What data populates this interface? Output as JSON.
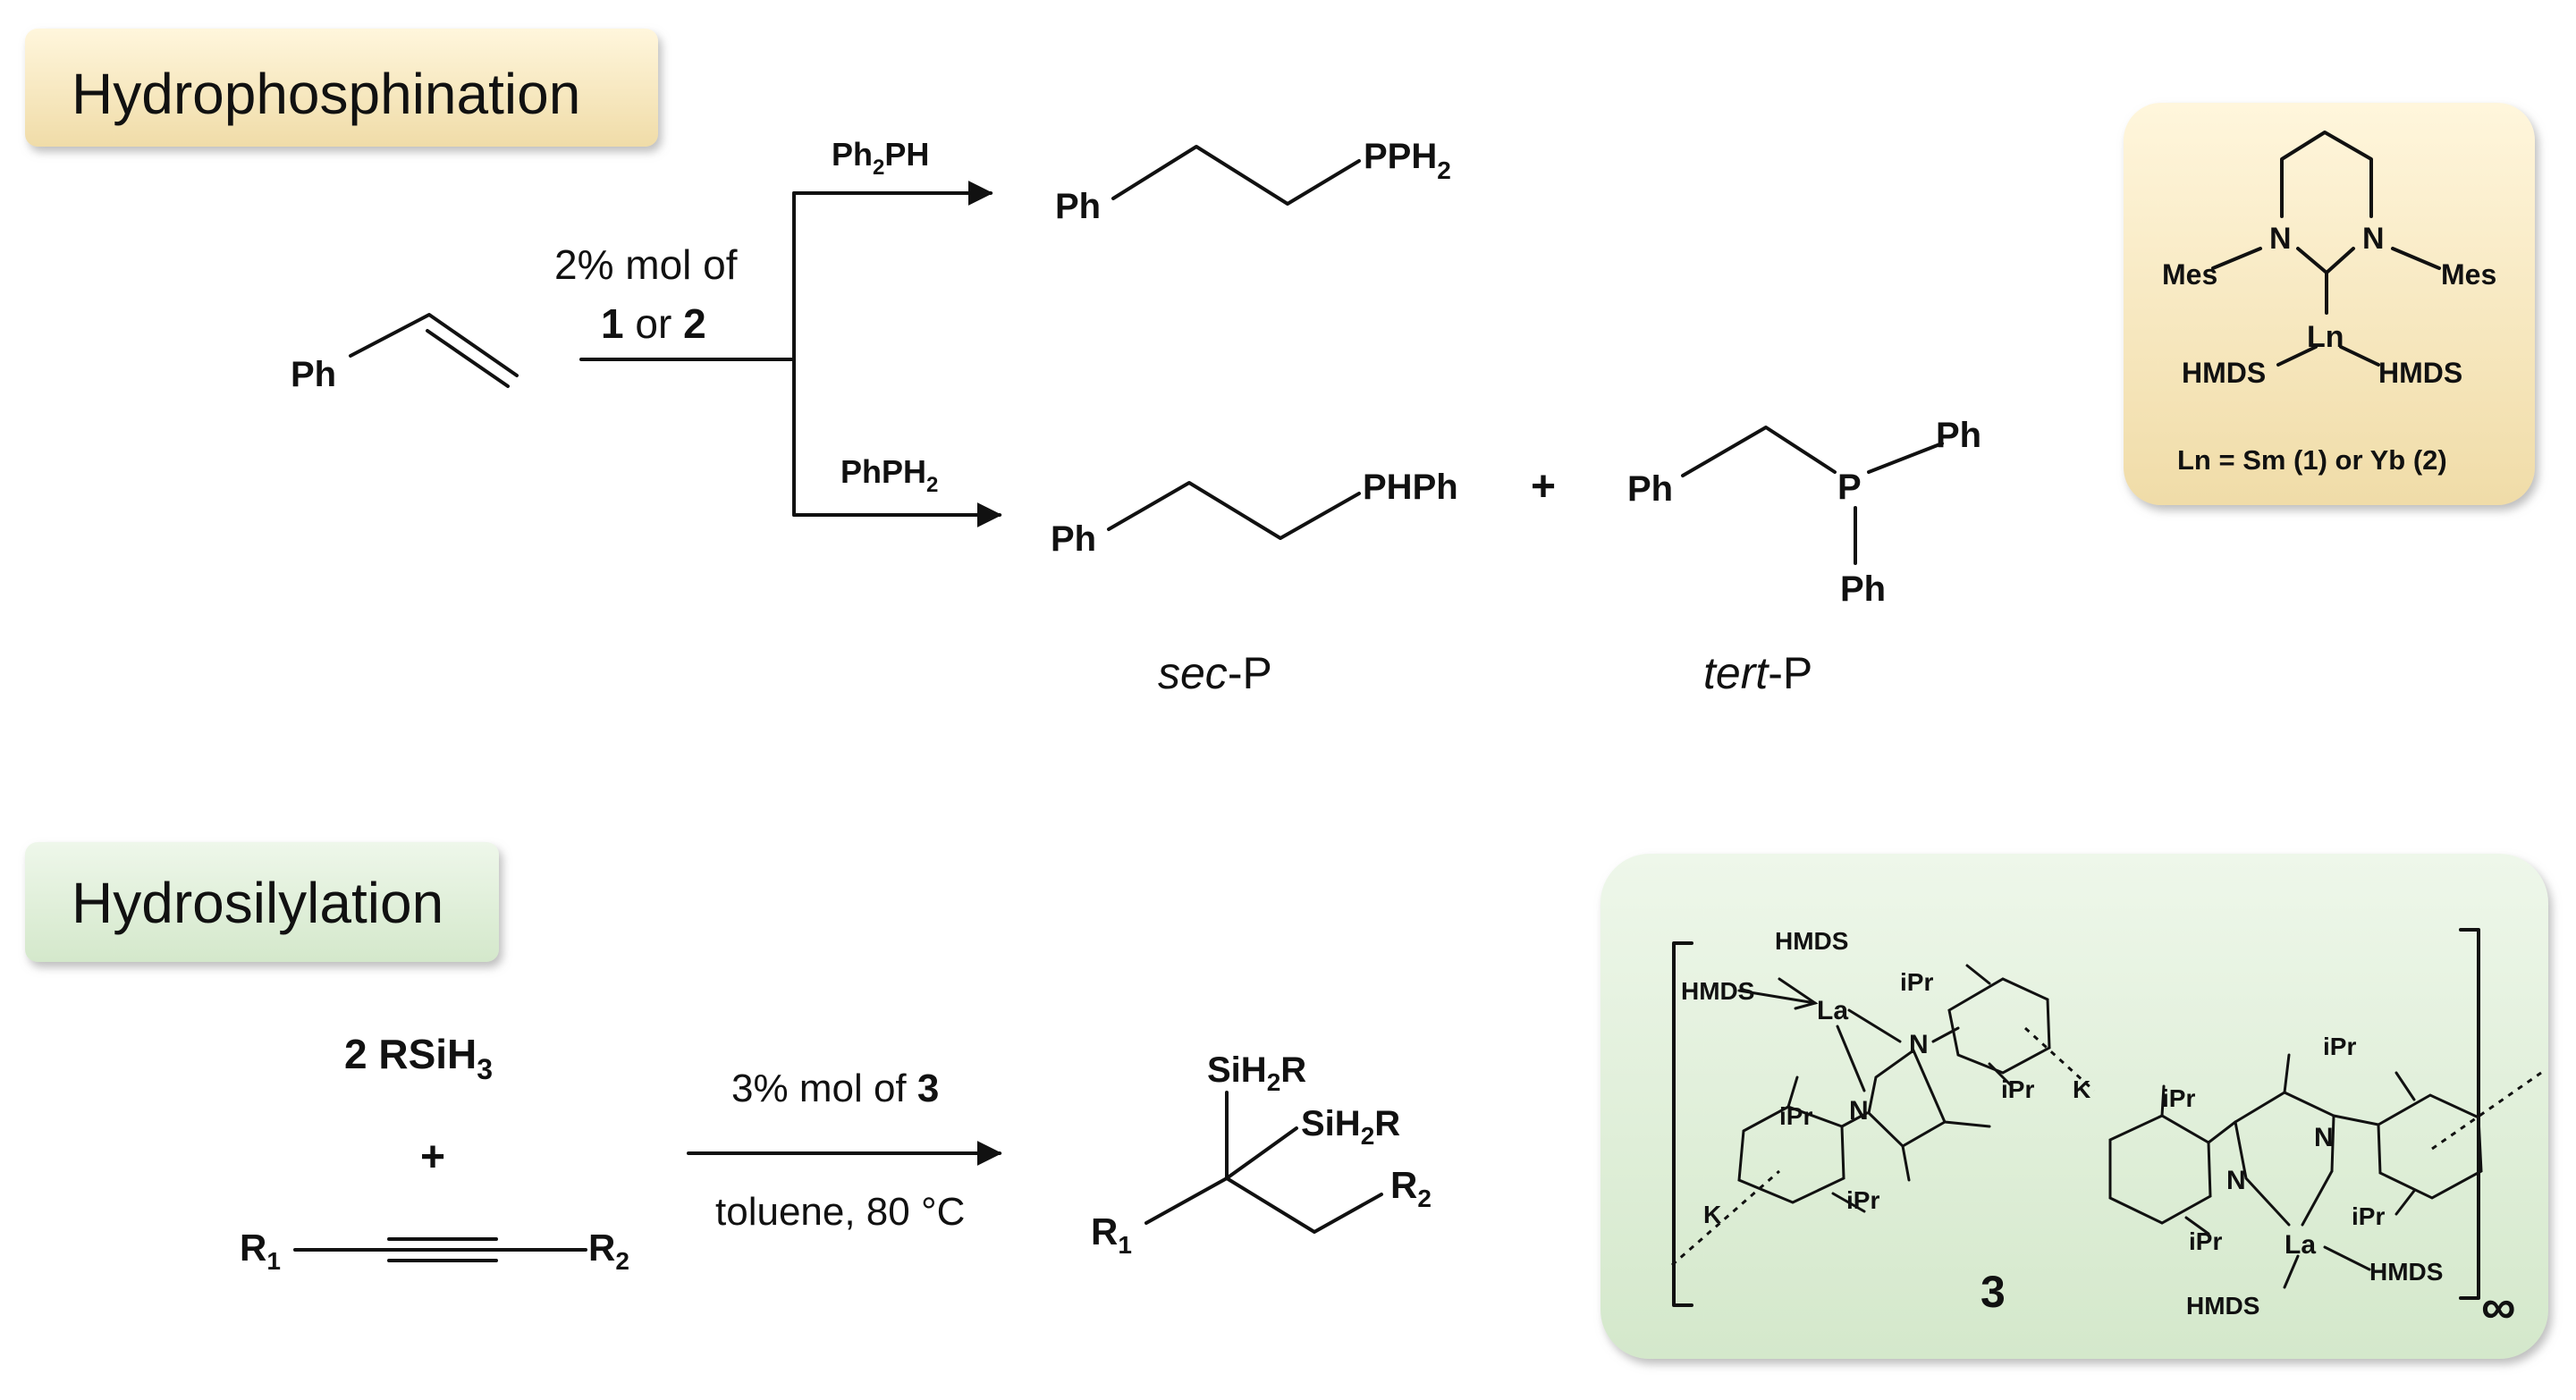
{
  "colors": {
    "tan_panel": "#f6e6bd",
    "green_panel": "#dfeed7"
  },
  "hydrophosphination": {
    "header": "Hydrophosphination",
    "substrate_ph": "Ph",
    "catalyst_line1": "2% mol of",
    "cat_num_1": "1",
    "cat_or": " or ",
    "cat_num_2": "2",
    "reagent_top": "Ph",
    "reagent_top_sub": "2",
    "reagent_top_tail": "PH",
    "reagent_bottom": "PhPH",
    "reagent_bottom_sub": "2",
    "product_top_ph": "Ph",
    "product_top_p": "PPH",
    "product_top_sub": "2",
    "product_sec_ph": "Ph",
    "product_sec_p": "PHPh",
    "plus": "+",
    "tert_ph_left": "Ph",
    "tert_p": "P",
    "tert_ph_right": "Ph",
    "tert_ph_down": "Ph",
    "sec_label_italic": "sec",
    "sec_label_tail": "-P",
    "tert_label_italic": "tert",
    "tert_label_tail": "-P"
  },
  "catalyst_box_top": {
    "n_left": "N",
    "n_right": "N",
    "mes_left": "Mes",
    "mes_right": "Mes",
    "ln": "Ln",
    "hmds_left": "HMDS",
    "hmds_right": "HMDS",
    "caption": "Ln = Sm (1) or Yb (2)"
  },
  "hydrosilylation": {
    "header": "Hydrosilylation",
    "reagent_main": "2 RSiH",
    "reagent_sub": "3",
    "plus": "+",
    "r1": "R",
    "r1_sub": "1",
    "r2": "R",
    "r2_sub": "2",
    "cond_line1": "3% mol of ",
    "cond_num": "3",
    "cond_line2": "toluene, 80 °C",
    "prod_sih2r_top": "SiH",
    "prod_sih2r_top_sub": "2",
    "prod_sih2r_top_tail": "R",
    "prod_sih2r_mid": "SiH",
    "prod_sih2r_mid_sub": "2",
    "prod_sih2r_mid_tail": "R",
    "prod_r1": "R",
    "prod_r1_sub": "1",
    "prod_r2": "R",
    "prod_r2_sub": "2"
  },
  "catalyst_box_bottom": {
    "hmds_top": "HMDS",
    "hmds_left": "HMDS",
    "la_top": "La",
    "ipr": "iPr",
    "n": "N",
    "k": "K",
    "la_bottom": "La",
    "hmds_br": "HMDS",
    "hmds_bl": "HMDS",
    "label": "3",
    "infinity": "∞"
  }
}
